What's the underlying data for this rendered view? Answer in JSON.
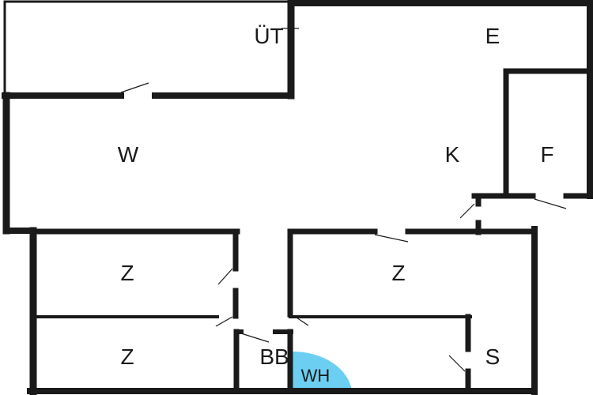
{
  "rooms": {
    "ut": "ÜT",
    "e": "E",
    "w": "W",
    "k": "K",
    "f": "F",
    "z1": "Z",
    "z2": "Z",
    "z3": "Z",
    "bb": "BB",
    "wh": "WH",
    "s": "S"
  },
  "colors": {
    "wall": "#1a1a1a",
    "wh_fill": "#6ccff2"
  }
}
